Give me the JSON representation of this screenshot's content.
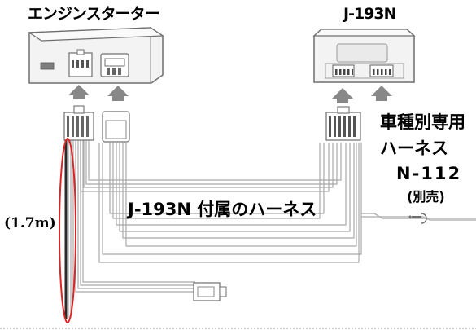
{
  "labels": {
    "engine_starter": "エンジンスターター",
    "j193n": "J-193N",
    "dedicated_line1": "車種別専用",
    "dedicated_line2": "ハーネス",
    "product_code": "N-112",
    "sold_separately": "(別売)",
    "included_harness": "J-193N 付属のハーネス",
    "cable_length": "(1.7m)"
  },
  "colors": {
    "outline": "#6f6f6f",
    "wire": "#a9a9a9",
    "arrow": "#888888",
    "highlight": "#e02424",
    "separator": "#9a9a9a"
  }
}
